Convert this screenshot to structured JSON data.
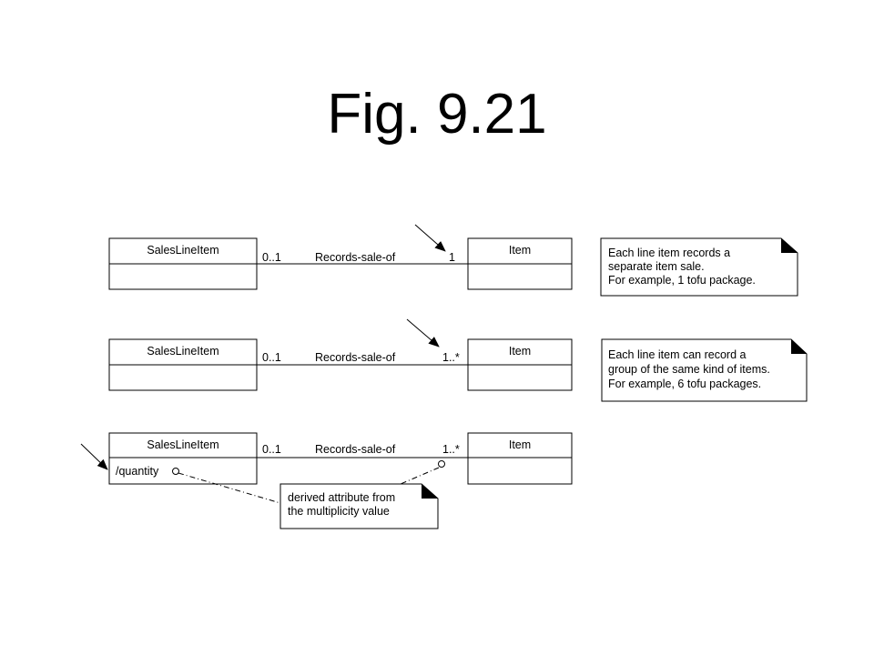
{
  "title": "Fig. 9.21",
  "rows": [
    {
      "left_class": "SalesLineItem",
      "right_class": "Item",
      "left_multiplicity": "0..1",
      "association": "Records-sale-of",
      "right_multiplicity": "1",
      "note": [
        "Each line item records a",
        "separate item sale.",
        "For example, 1 tofu package."
      ]
    },
    {
      "left_class": "SalesLineItem",
      "right_class": "Item",
      "left_multiplicity": "0..1",
      "association": "Records-sale-of",
      "right_multiplicity": "1..*",
      "note": [
        "Each line item can record a",
        "group of the same kind of items.",
        "For example, 6 tofu packages."
      ]
    },
    {
      "left_class": "SalesLineItem",
      "right_class": "Item",
      "left_multiplicity": "0..1",
      "association": "Records-sale-of",
      "right_multiplicity": "1..*",
      "attribute": "/quantity",
      "note": [
        "derived attribute from",
        "the multiplicity value"
      ]
    }
  ]
}
